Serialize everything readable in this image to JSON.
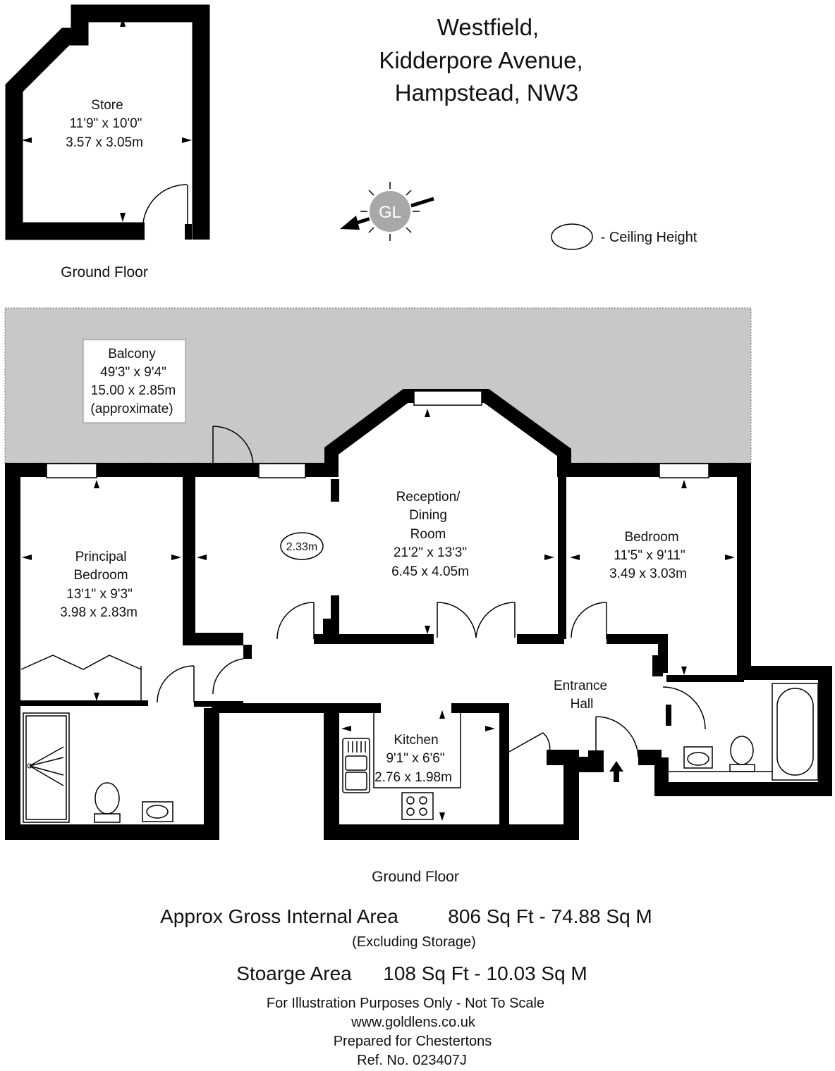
{
  "address": {
    "line1": "Westfield,",
    "line2": "Kidderpore Avenue,",
    "line3": "Hampstead, NW3"
  },
  "compass": {
    "logo_text": "GL"
  },
  "legend": {
    "ceiling_height": "-  Ceiling Height"
  },
  "store": {
    "name": "Store",
    "imperial": "11'9\" x 10'0\"",
    "metric": "3.57 x 3.05m",
    "floor_label": "Ground Floor"
  },
  "rooms": {
    "balcony": {
      "name": "Balcony",
      "imperial": "49'3\" x 9'4\"",
      "metric": "15.00 x 2.85m",
      "note": "(approximate)"
    },
    "reception": {
      "name1": "Reception/",
      "name2": "Dining",
      "name3": "Room",
      "imperial": "21'2\" x 13'3\"",
      "metric": "6.45 x 4.05m",
      "ceiling": "2.33m"
    },
    "principal_bedroom": {
      "name1": "Principal",
      "name2": "Bedroom",
      "imperial": "13'1\" x 9'3\"",
      "metric": "3.98 x 2.83m"
    },
    "bedroom": {
      "name": "Bedroom",
      "imperial": "11'5\" x 9'11\"",
      "metric": "3.49 x 3.03m"
    },
    "entrance_hall": {
      "name1": "Entrance",
      "name2": "Hall"
    },
    "kitchen": {
      "name": "Kitchen",
      "imperial": "9'1\" x 6'6\"",
      "metric": "2.76 x 1.98m"
    }
  },
  "main_floor_label": "Ground Floor",
  "areas": {
    "gia_label": "Approx Gross Internal Area",
    "gia_value": "806 Sq Ft  - 74.88 Sq M",
    "gia_note": "(Excluding Storage)",
    "storage_label": "Stoarge Area",
    "storage_value": "108 Sq Ft  - 10.03 Sq M"
  },
  "footer": {
    "disclaimer": "For Illustration Purposes Only - Not To Scale",
    "website": "www.goldlens.co.uk",
    "prepared_for": "Prepared for Chestertons",
    "ref": "Ref. No. 023407J"
  },
  "colors": {
    "balcony": "#c8c8c8",
    "compass": "#a8a8a8"
  }
}
